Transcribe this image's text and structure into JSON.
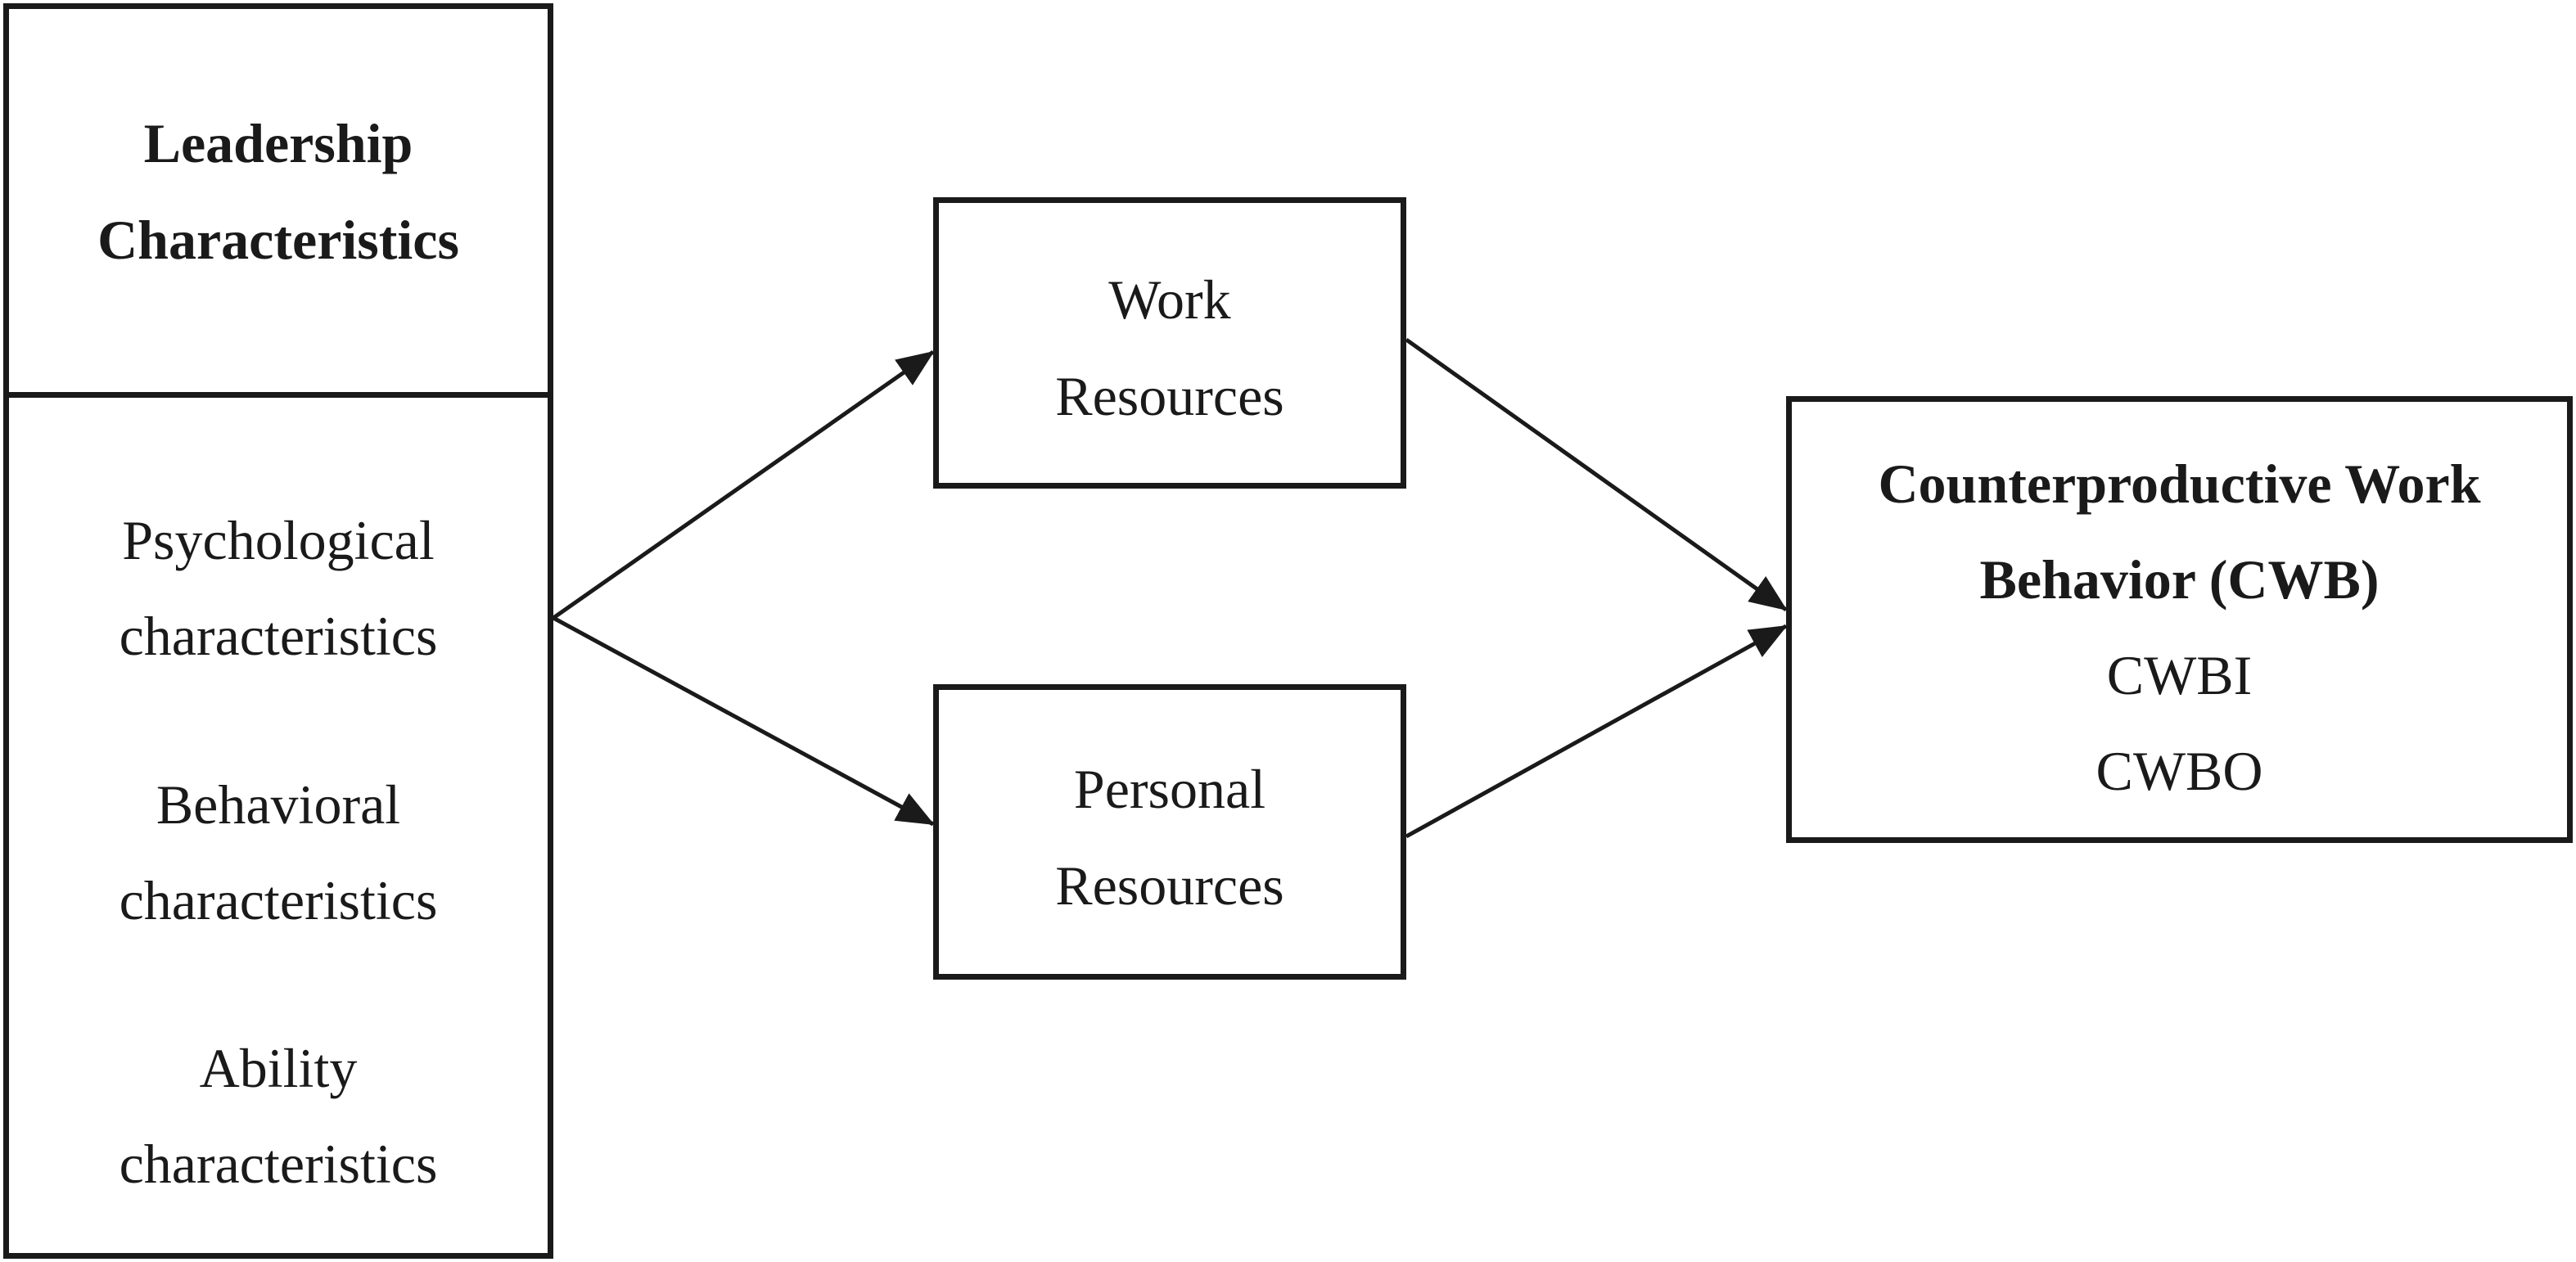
{
  "leadership": {
    "title_line1": "Leadership",
    "title_line2": "Characteristics",
    "items": [
      {
        "line1": "Psychological",
        "line2": "characteristics"
      },
      {
        "line1": "Behavioral",
        "line2": "characteristics"
      },
      {
        "line1": "Ability",
        "line2": "characteristics"
      }
    ]
  },
  "work_resources": {
    "line1": "Work",
    "line2": "Resources"
  },
  "personal_resources": {
    "line1": "Personal",
    "line2": "Resources"
  },
  "cwb": {
    "title_line1": "Counterproductive Work",
    "title_line2": "Behavior (CWB)",
    "sub1": "CWBI",
    "sub2": "CWBO"
  }
}
